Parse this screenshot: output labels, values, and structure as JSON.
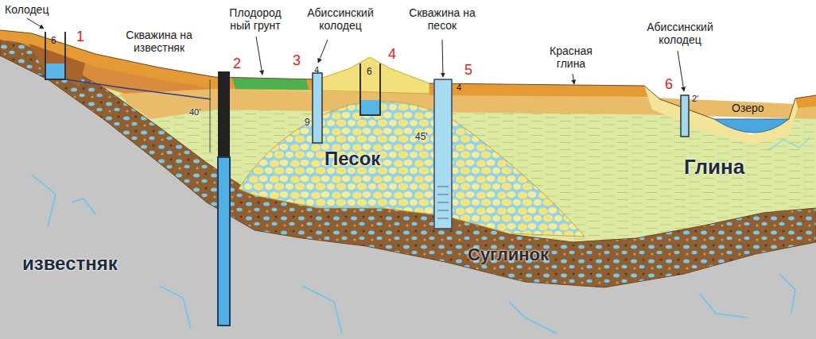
{
  "diagram": {
    "labels": [
      "Колодец",
      "6",
      "1",
      "Скважина на известняк",
      "2",
      "Плодород ный грунт",
      "Абиссинский колодец",
      "3",
      "4",
      "6",
      "4",
      "Скважина на песок",
      "5",
      "4",
      "Красная глина",
      "Абиссинский колодец",
      "6",
      "2'",
      "Озеро",
      "40'",
      "9",
      "45'",
      "Песок",
      "Глина",
      "Суглинок",
      "известняк"
    ]
  }
}
